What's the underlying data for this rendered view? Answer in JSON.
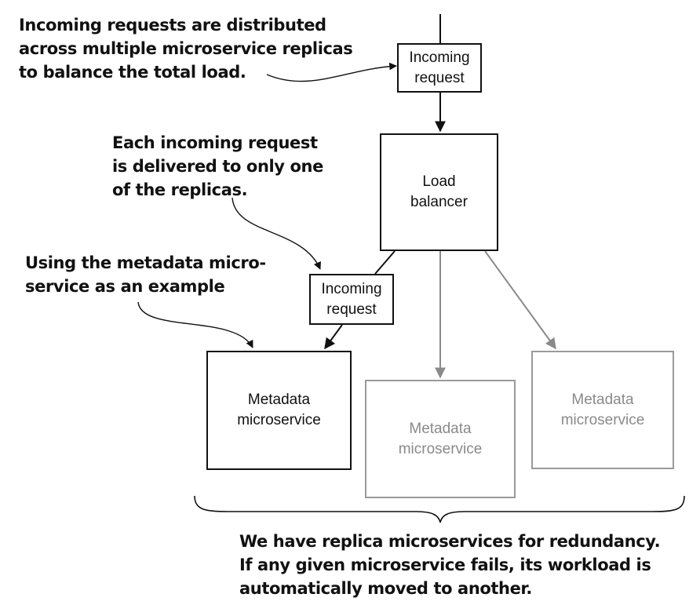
{
  "annotations": {
    "distribution": [
      "Incoming requests are distributed",
      "across multiple microservice replicas",
      "to balance the total load."
    ],
    "single_delivery": [
      "Each incoming request",
      "is delivered to only one",
      "of the replicas."
    ],
    "example": [
      "Using the metadata micro-",
      "service as an example"
    ],
    "redundancy": [
      "We have replica microservices for redundancy.",
      "If any given microservice fails, its workload is",
      "automatically moved to another."
    ]
  },
  "nodes": {
    "incoming_request_top": [
      "Incoming",
      "request"
    ],
    "load_balancer": [
      "Load",
      "balancer"
    ],
    "incoming_request_mid": [
      "Incoming",
      "request"
    ],
    "metadata_active": [
      "Metadata",
      "microservice"
    ],
    "metadata_replica_1": [
      "Metadata",
      "microservice"
    ],
    "metadata_replica_2": [
      "Metadata",
      "microservice"
    ]
  },
  "colors": {
    "active": "#111111",
    "faded": "#9a9a9a"
  }
}
